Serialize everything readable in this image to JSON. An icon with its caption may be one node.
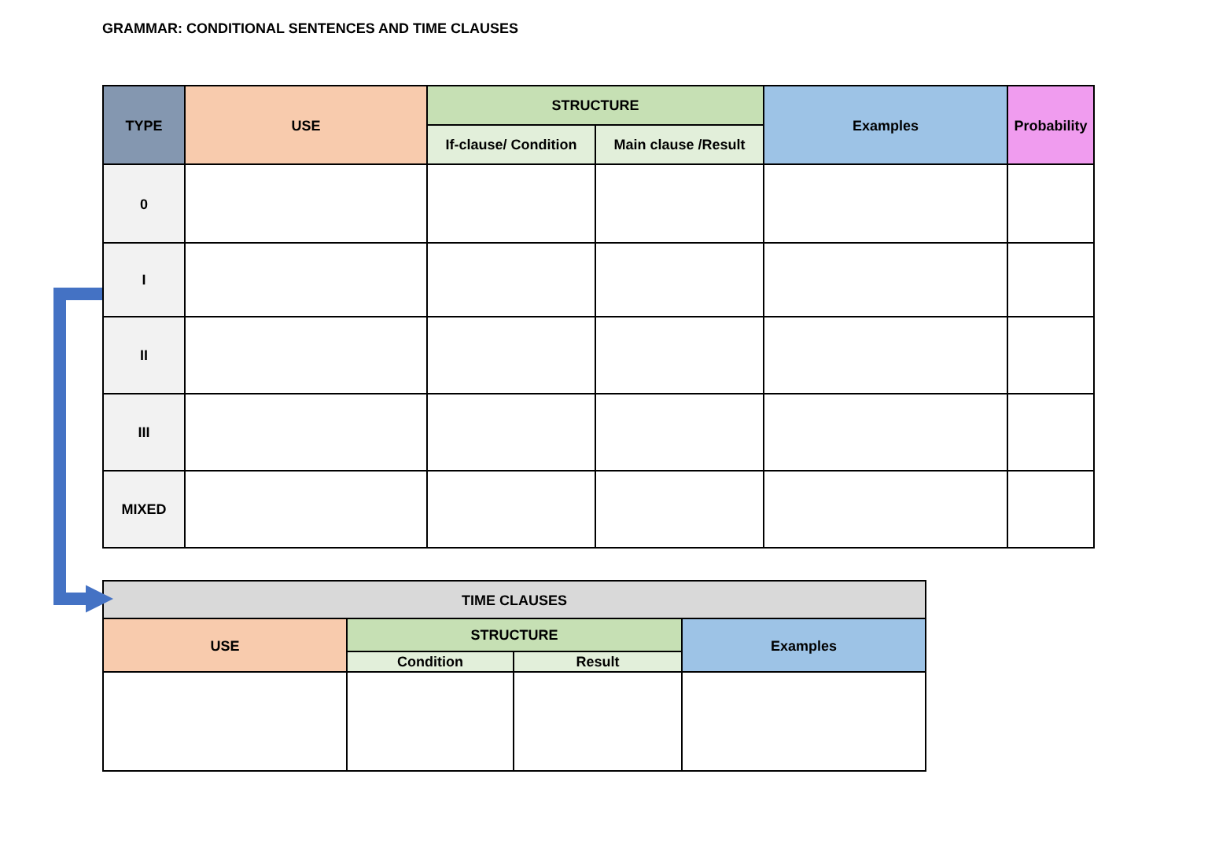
{
  "diagram": {
    "title": "GRAMMAR: CONDITIONAL SENTENCES AND TIME CLAUSES",
    "nodes": [
      {
        "text": [
          "0"
        ]
      },
      {
        "text": [
          "I"
        ]
      },
      {
        "text": [
          "II"
        ]
      },
      {
        "text": [
          "III"
        ]
      },
      {
        "text": [
          "MIXED"
        ]
      },
      {
        "text": [
          "TIME CLAUSES"
        ]
      }
    ],
    "edges": [
      {
        "from": 1,
        "to": 5,
        "arrow": "to",
        "color": "#4472c4"
      }
    ],
    "labels": [
      "TYPE",
      "USE",
      "STRUCTURE",
      "If-clause/ Condition",
      "Main clause /Result",
      "Examples",
      "Probability",
      "USE",
      "STRUCTURE",
      "Condition",
      "Result",
      "Examples"
    ]
  }
}
